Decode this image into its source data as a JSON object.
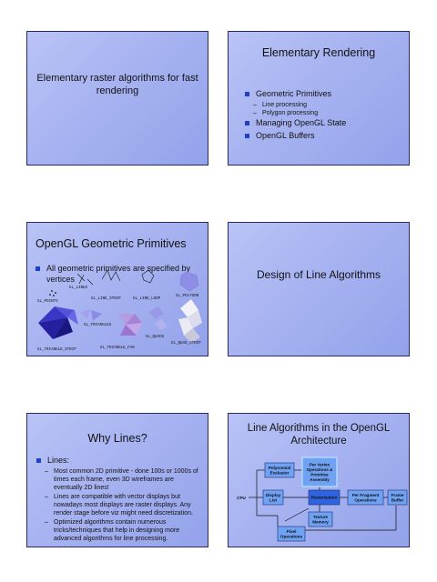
{
  "slide1": {
    "title": "Elementary raster algorithms for fast rendering"
  },
  "slide2": {
    "title": "Elementary Rendering",
    "bullets": [
      {
        "text": "Geometric Primitives",
        "subs": [
          "Line processing",
          "Polygon processing"
        ]
      },
      {
        "text": "Managing OpenGL State",
        "subs": []
      },
      {
        "text": "OpenGL Buffers",
        "subs": []
      }
    ]
  },
  "slide3": {
    "title": "OpenGL Geometric Primitives",
    "bullet": "All geometric primitives are specified by vertices",
    "labels": {
      "lines": "GL_LINES",
      "points": "GL_POINTS",
      "line_strip": "GL_LINE_STRIP",
      "line_loop": "GL_LINE_LOOP",
      "polygon": "GL_POLYGON",
      "triangles": "GL_TRIANGLES",
      "quads": "GL_QUADS",
      "quad_strip": "GL_QUAD_STRIP",
      "triangle_strip": "GL_TRIANGLE_STRIP",
      "triangle_fan": "GL_TRIANGLE_FAN"
    }
  },
  "slide4": {
    "title": "Design of Line Algorithms"
  },
  "slide5": {
    "title": "Why Lines?",
    "bullet": "Lines:",
    "subs": [
      "Most common 2D primitive - done 100s or 1000s of times each frame, even 3D wireframes are eventually 2D lines!",
      "Lines are compatible with vector displays but nowadays most displays are raster displays. Any render stage before viz might need discretization.",
      "Optimized algorithms contain numerous tricks/techniques that help in designing more advanced algorithms for line processing."
    ]
  },
  "slide6": {
    "title": "Line Algorithms in the OpenGL Architecture",
    "diagram": {
      "cpu": "CPU",
      "polynomial_evaluator": [
        "Polynomial",
        "Evaluator"
      ],
      "per_vertex": [
        "Per Vertex",
        "Operations &",
        "Primitive",
        "Assembly"
      ],
      "display_list": [
        "Display",
        "List"
      ],
      "rasterization": [
        "Rasterization"
      ],
      "per_fragment": [
        "Per Fragment",
        "Operations"
      ],
      "frame_buffer": [
        "Frame",
        "Buffer"
      ],
      "texture_memory": [
        "Texture",
        "Memory"
      ],
      "pixel_operations": [
        "Pixel",
        "Operations"
      ]
    }
  },
  "colors": {
    "slide_bg": "#a7b3f1",
    "bullet": "#2040c8",
    "box_fill": "#6fa2f3",
    "highlight_fill": "#2f63e0"
  }
}
